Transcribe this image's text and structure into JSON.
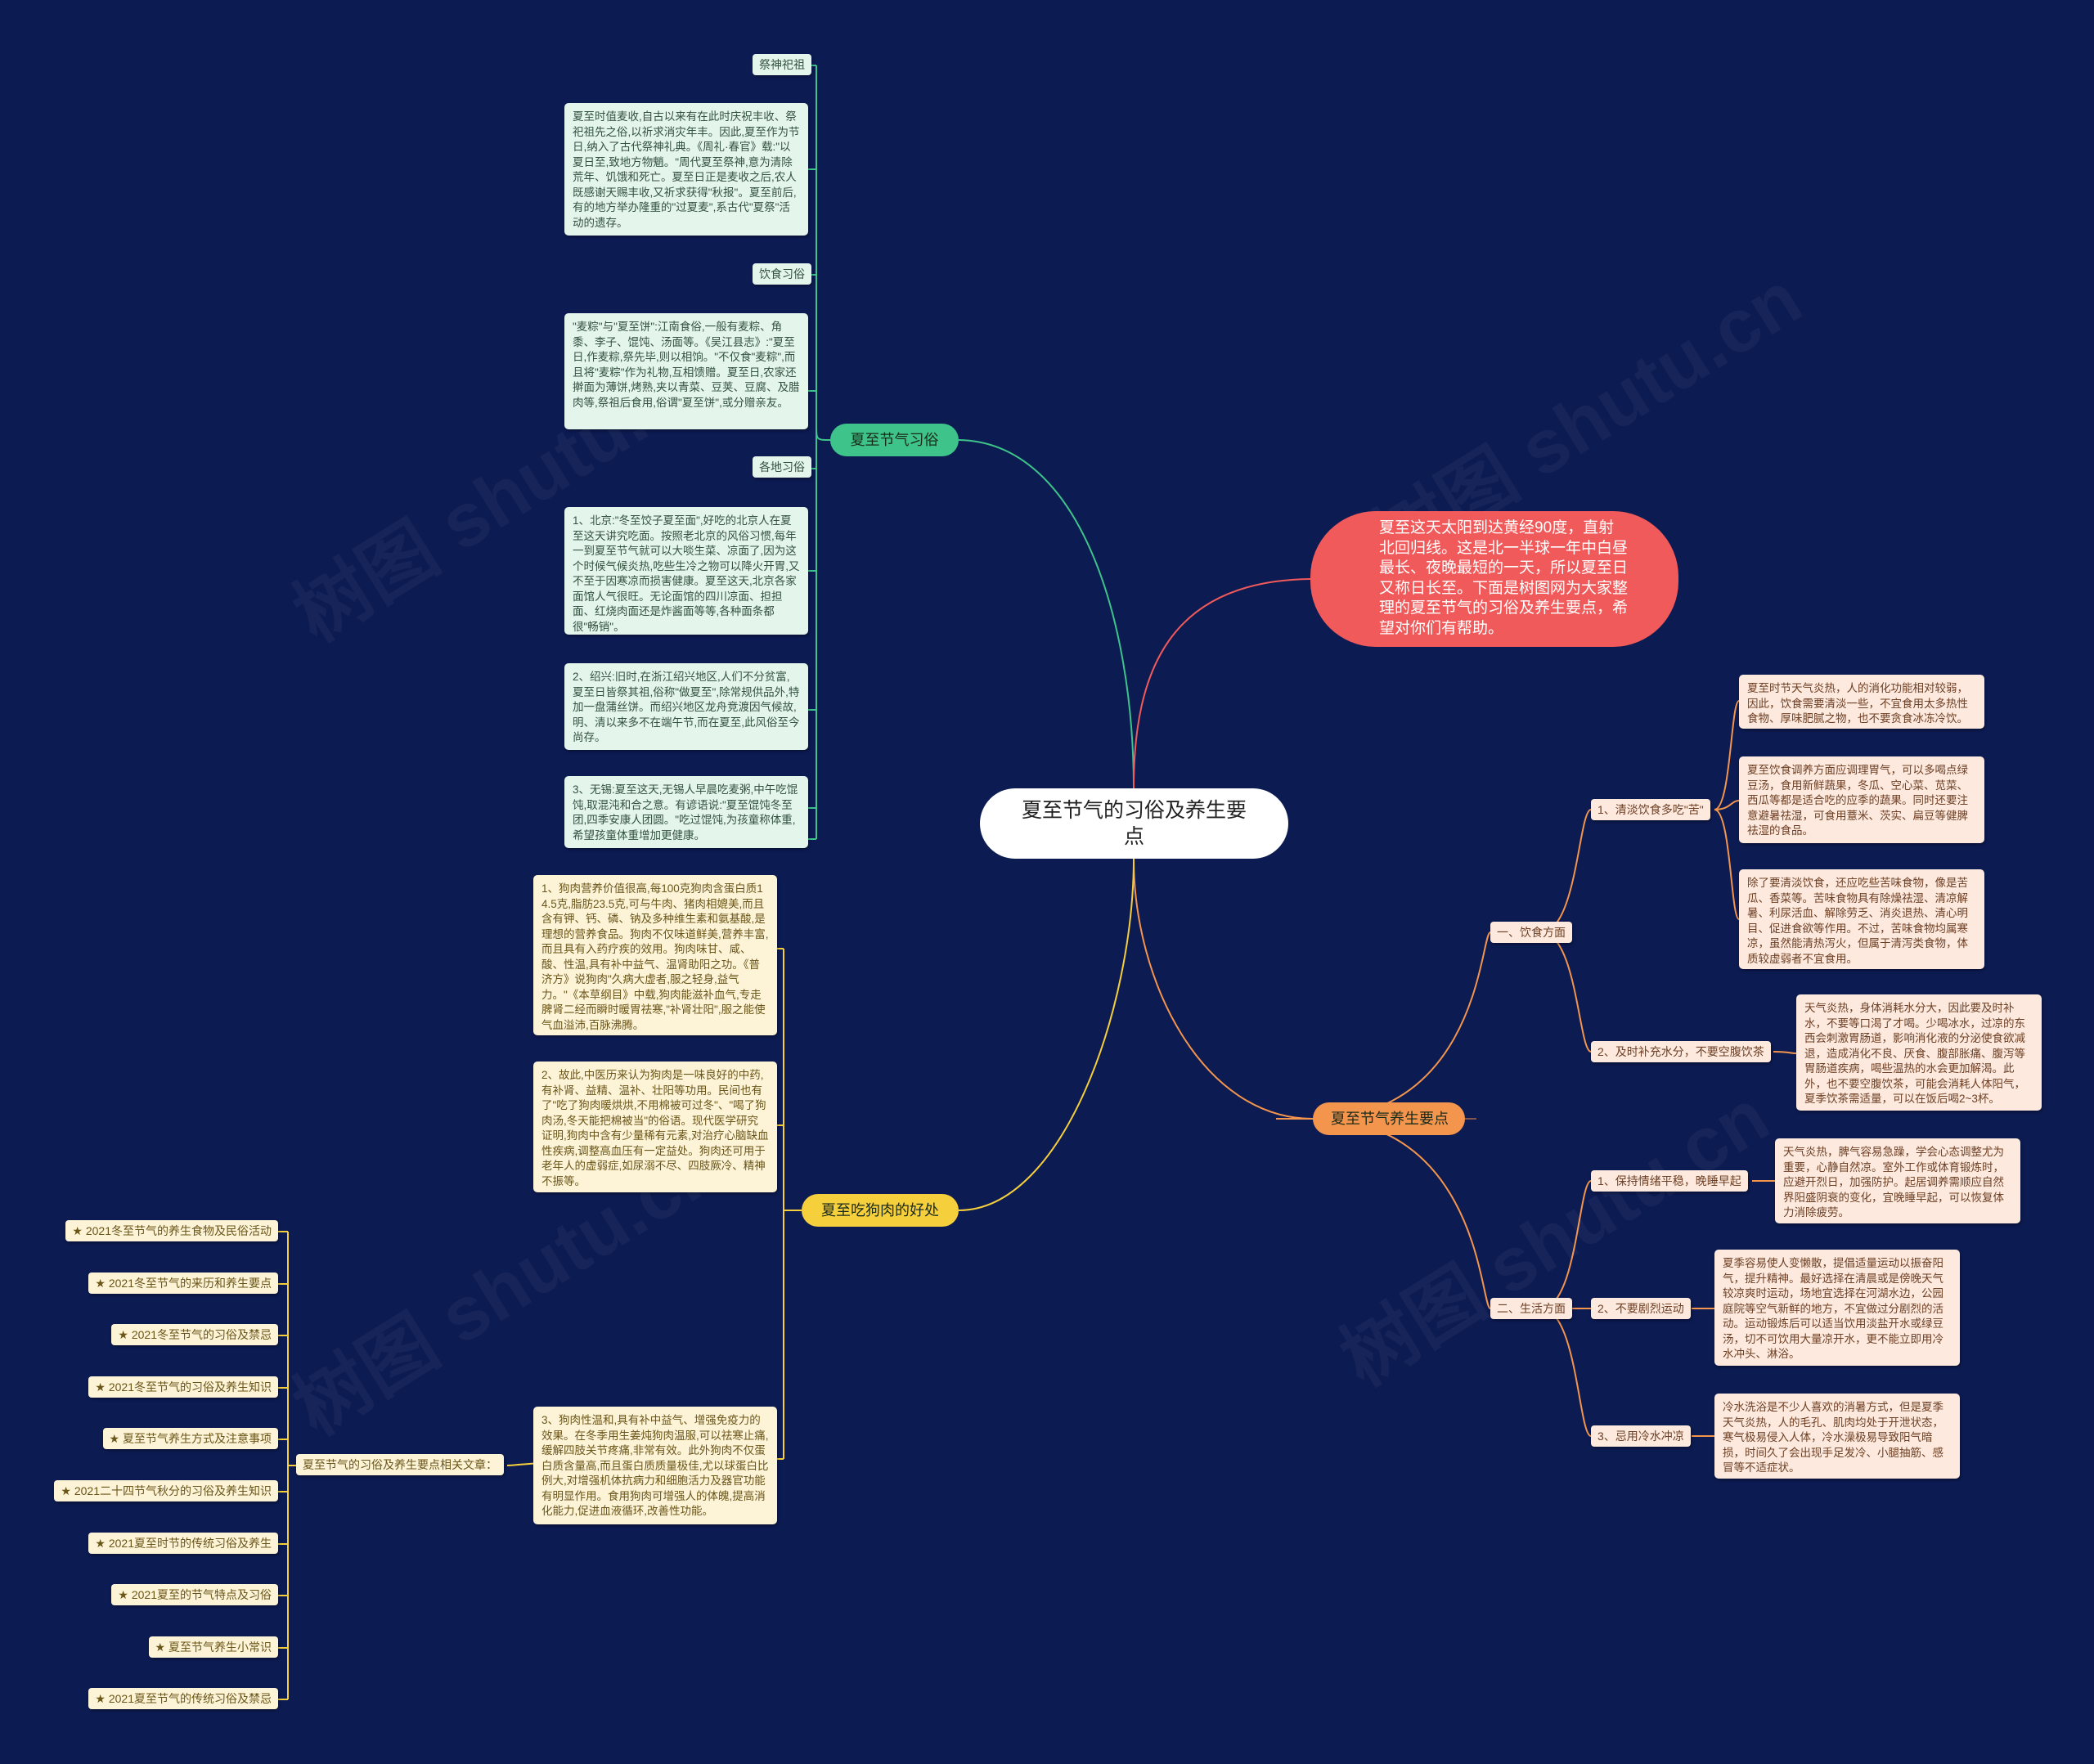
{
  "root": {
    "title": "夏至节气的习俗及养生要点"
  },
  "intro": "夏至这天太阳到达黄经90度，直射北回归线。这是北一半球一年中白昼最长、夜晚最短的一天，所以夏至日又称日长至。下面是树图网为大家整理的夏至节气的习俗及养生要点，希望对你们有帮助。",
  "branch_customs": {
    "label": "夏至节气习俗",
    "sacrifice_label": "祭神祀祖",
    "sacrifice_text": "夏至时值麦收,自古以来有在此时庆祝丰收、祭祀祖先之俗,以祈求消灾年丰。因此,夏至作为节日,纳入了古代祭神礼典。《周礼·春官》载:\"以夏日至,致地方物魈。\"周代夏至祭神,意为清除荒年、饥饿和死亡。夏至日正是麦收之后,农人既感谢天赐丰收,又祈求获得\"秋报\"。夏至前后,有的地方举办隆重的\"过夏麦\",系古代\"夏祭\"活动的遗存。",
    "food_label": "饮食习俗",
    "food_text": "\"麦粽\"与\"夏至饼\":江南食俗,一般有麦粽、角黍、李子、馄饨、汤面等。《吴江县志》:\"夏至日,作麦粽,祭先毕,则以相饷。\"不仅食\"麦粽\",而且将\"麦粽\"作为礼物,互相馈赠。夏至日,农家还擀面为薄饼,烤熟,夹以青菜、豆荚、豆腐、及腊肉等,祭祖后食用,俗谓\"夏至饼\",或分赠亲友。",
    "local_label": "各地习俗",
    "local_1": "1、北京:\"冬至饺子夏至面\",好吃的北京人在夏至这天讲究吃面。按照老北京的风俗习惯,每年一到夏至节气就可以大啖生菜、凉面了,因为这个时候气候炎热,吃些生冷之物可以降火开胃,又不至于因寒凉而损害健康。夏至这天,北京各家面馆人气很旺。无论面馆的四川凉面、担担面、红烧肉面还是炸酱面等等,各种面条都很\"畅销\"。",
    "local_2": "2、绍兴:旧时,在浙江绍兴地区,人们不分贫富,夏至日皆祭其祖,俗称\"做夏至\",除常规供品外,特加一盘蒲丝饼。而绍兴地区龙舟竞渡因气候故,明、清以来多不在端午节,而在夏至,此风俗至今尚存。",
    "local_3": "3、无锡:夏至这天,无锡人早晨吃麦粥,中午吃馄饨,取混沌和合之意。有谚语说:\"夏至馄饨冬至团,四季安康人团圆。\"吃过馄饨,为孩童称体重,希望孩童体重增加更健康。"
  },
  "branch_health": {
    "label": "夏至节气养生要点",
    "diet": {
      "label": "一、饮食方面",
      "light": {
        "label": "1、清淡饮食多吃\"苦\"",
        "texts": [
          "夏至时节天气炎热，人的消化功能相对较弱，因此，饮食需要清淡一些，不宜食用太多热性食物、厚味肥腻之物，也不要贪食冰冻冷饮。",
          "夏至饮食调养方面应调理胃气，可以多喝点绿豆汤，食用新鲜蔬果，冬瓜、空心菜、苋菜、西瓜等都是适合吃的应季的蔬果。同时还要注意避暑祛湿，可食用薏米、茨实、扁豆等健脾祛湿的食品。",
          "除了要清淡饮食，还应吃些苦味食物，像是苦瓜、香菜等。苦味食物具有除燥祛湿、清凉解暑、利尿活血、解除劳乏、消炎退热、清心明目、促进食欲等作用。不过，苦味食物均属寒凉，虽然能清热泻火，但属于清泻类食物，体质较虚弱者不宜食用。"
        ]
      },
      "water": {
        "label": "2、及时补充水分，不要空腹饮茶",
        "text": "天气炎热，身体消耗水分大，因此要及时补水，不要等口渴了才喝。少喝冰水，过凉的东西会刺激胃肠道，影响消化液的分泌使食欲减退，造成消化不良、厌食、腹部胀痛、腹泻等胃肠道疾病，喝些温热的水会更加解渴。此外，也不要空腹饮茶，可能会消耗人体阳气，夏季饮茶需适量，可以在饭后喝2~3杯。"
      }
    },
    "life": {
      "label": "二、生活方面",
      "mood": {
        "label": "1、保持情绪平稳，晚睡早起",
        "text": "天气炎热，脾气容易急躁，学会心态调整尤为重要，心静自然凉。室外工作或体育锻炼时，应避开烈日，加强防护。起居调养需顺应自然界阳盛阴衰的变化，宜晚睡早起，可以恢复体力消除疲劳。"
      },
      "exercise": {
        "label": "2、不要剧烈运动",
        "text": "夏季容易使人变懒散，提倡适量运动以振奋阳气，提升精神。最好选择在清晨或是傍晚天气较凉爽时运动，场地宜选择在河湖水边，公园庭院等空气新鲜的地方，不宜做过分剧烈的活动。运动锻炼后可以适当饮用淡盐开水或绿豆汤，切不可饮用大量凉开水，更不能立即用冷水冲头、淋浴。"
      },
      "shower": {
        "label": "3、忌用冷水冲凉",
        "text": "冷水洗浴是不少人喜欢的消暑方式，但是夏季天气炎热，人的毛孔、肌肉均处于开泄状态，寒气极易侵入人体，冷水澡极易导致阳气暗损，时间久了会出现手足发冷、小腿抽筋、感冒等不适症状。"
      }
    }
  },
  "branch_dog": {
    "label": "夏至吃狗肉的好处",
    "text_1": "1、狗肉营养价值很高,每100克狗肉含蛋白质14.5克,脂肪23.5克,可与牛肉、猪肉相媲美,而且含有钾、钙、磷、钠及多种维生素和氨基酸,是理想的营养食品。狗肉不仅味道鲜美,营养丰富,而且具有入药疗疾的效用。狗肉味甘、咸、酸、性温,具有补中益气、温肾助阳之功。《普济方》说狗肉\"久病大虚者,服之轻身,益气力。\"《本草纲目》中载,狗肉能滋补血气,专走脾肾二经而瞬时暖胃祛寒,\"补肾壮阳\",服之能使气血溢沛,百脉沸腾。",
    "text_2": "2、故此,中医历来认为狗肉是一味良好的中药,有补肾、益精、温补、壮阳等功用。民间也有了\"吃了狗肉暖烘烘,不用棉被可过冬\"、\"喝了狗肉汤,冬天能把棉被当\"的俗语。现代医学研究证明,狗肉中含有少量稀有元素,对治疗心脑缺血性疾病,调整高血压有一定益处。狗肉还可用于老年人的虚弱症,如尿溺不尽、四肢厥冷、精神不振等。",
    "text_3": "3、狗肉性温和,具有补中益气、增强免疫力的效果。在冬季用生姜炖狗肉温服,可以祛寒止痛,缓解四肢关节疼痛,非常有效。此外狗肉不仅蛋白质含量高,而且蛋白质质量极佳,尤以球蛋白比例大,对增强机体抗病力和细胞活力及器官功能有明显作用。食用狗肉可增强人的体魄,提高消化能力,促进血液循环,改善性功能。",
    "related_label": "夏至节气的习俗及养生要点相关文章：",
    "related": [
      "★ 2021冬至节气的养生食物及民俗活动",
      "★ 2021冬至节气的来历和养生要点",
      "★ 2021冬至节气的习俗及禁忌",
      "★ 2021冬至节气的习俗及养生知识",
      "★ 夏至节气养生方式及注意事项",
      "★ 2021二十四节气秋分的习俗及养生知识",
      "★ 2021夏至时节的传统习俗及养生",
      "★ 2021夏至的节气特点及习俗",
      "★ 夏至节气养生小常识",
      "★ 2021夏至节气的传统习俗及禁忌"
    ]
  },
  "watermark": "树图 shutu.cn",
  "colors": {
    "background": "#0c1b52",
    "green": "#3ec48a",
    "red": "#f15a5a",
    "orange": "#f4954d",
    "yellow": "#f6cf3c"
  }
}
